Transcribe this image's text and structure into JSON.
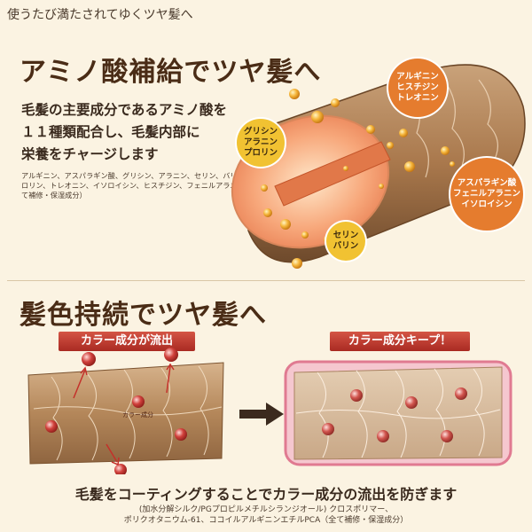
{
  "tagline": "使うたび満たされてゆくツヤ髪へ",
  "section1": {
    "title": "アミノ酸補給でツヤ髪へ",
    "lines": [
      "毛髪の主要成分であるアミノ酸を",
      "１１種類配合し、毛髪内部に",
      "栄養をチャージします"
    ],
    "ingredients": "アルギニン、アスパラギン酸、グリシン、アラニン、セリン、バリン、プロリン、トレオニン、イソロイシン、ヒスチジン、フェニルアラニン（全て補修・保湿成分）",
    "bubbles": {
      "b1": [
        "グリシン",
        "アラニン",
        "プロリン"
      ],
      "b2": [
        "アルギニン",
        "ヒスチジン",
        "トレオニン"
      ],
      "b3": [
        "アスパラギン酸",
        "フェニルアラニン",
        "イソロイシン"
      ],
      "b4": [
        "セリン",
        "バリン"
      ]
    }
  },
  "section2": {
    "title": "髪色持続でツヤ髪へ",
    "banner_left": "カラー成分が流出",
    "banner_right": "カラー成分キープ！",
    "inner_label": "カラー成分",
    "caption": "毛髪をコーティングすることでカラー成分の流出を防ぎます",
    "ingredients_line1": "(加水分解シルク/PGプロピルメチルシランジオール) クロスポリマー、",
    "ingredients_line2": "ポリクオタニウム-61、ココイルアルギニンエチルPCA（全て補修・保湿成分）"
  }
}
